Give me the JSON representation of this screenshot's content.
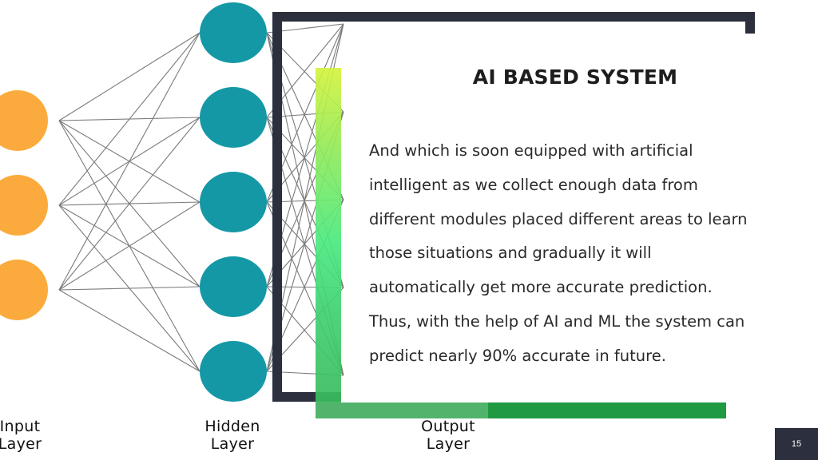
{
  "slide": {
    "title": "AI BASED SYSTEM",
    "body_lines": [
      "And which is soon equipped with artificial",
      "intelligent as we collect enough data from",
      "different modules placed different areas to learn",
      "those situations and gradually it will",
      "automatically get more accurate prediction.",
      "Thus, with the help of AI and ML the system can",
      "predict nearly 90% accurate in future."
    ],
    "page_number": "15"
  },
  "diagram": {
    "input_label": "Input\nLayer",
    "hidden_label": "Hidden\nLayer",
    "output_label": "Output\nLayer",
    "input_node_count": 3,
    "hidden_node_count": 5,
    "colors": {
      "input_node": "#fbab3d",
      "hidden_node": "#1598a6",
      "edge": "#7a7a7a",
      "frame_dark": "#2b2f3e"
    }
  }
}
